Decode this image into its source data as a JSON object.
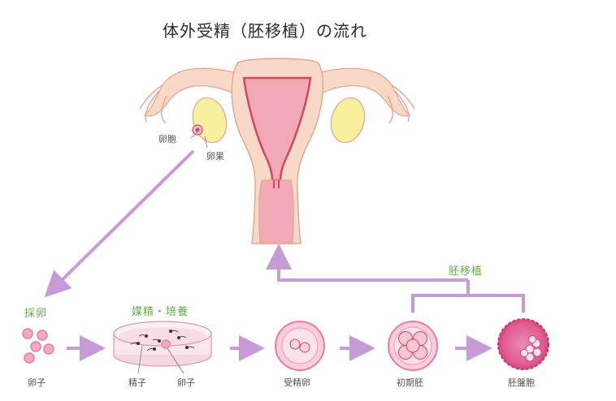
{
  "title": "体外受精（胚移植）の流れ",
  "labels": {
    "ovum_follicle": "卵胞",
    "ovary": "卵巣",
    "egg_retrieval": "採卵",
    "egg": "卵子",
    "insemination_culture": "媒精・培養",
    "sperm": "精子",
    "egg_in_dish": "卵子",
    "fertilized_egg": "受精卵",
    "early_embryo": "初期胚",
    "blastocyst": "胚盤胞",
    "embryo_transfer": "胚移植"
  },
  "colors": {
    "arrow": "#c79ad8",
    "label_green": "#6aab4f",
    "skin": "#f8d9c7",
    "skin_outline": "#e2a58f",
    "uterus_inner": "#f1a9b7",
    "uterus_lining": "#d2485f",
    "ovary": "#f8ef9f",
    "egg": "#eb7aa3"
  }
}
